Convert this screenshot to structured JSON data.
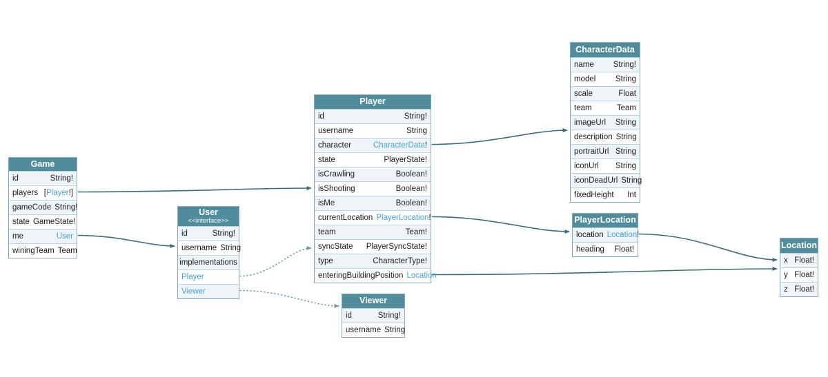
{
  "diagram": {
    "title": "GraphQL schema entity-relationship diagram",
    "colors": {
      "header_bg": "#518c9c",
      "header_text": "#ffffff",
      "row_alt_bg": "#eef4f7",
      "table_border": "#7ea9b5",
      "row_divider": "#b9d3da",
      "link_text": "#47a3d9",
      "arrow_solid": "#3c6b7b",
      "arrow_dotted": "#6f9aa8",
      "background": "#ffffff"
    },
    "tables": [
      {
        "id": "Game",
        "title": "Game",
        "rows": [
          {
            "field": "id",
            "type": [
              {
                "text": "String!"
              }
            ]
          },
          {
            "field": "players",
            "type": [
              {
                "text": "["
              },
              {
                "text": "Player",
                "link": true
              },
              {
                "text": "!]"
              }
            ]
          },
          {
            "field": "gameCode",
            "type": [
              {
                "text": "String!"
              }
            ]
          },
          {
            "field": "state",
            "type": [
              {
                "text": "GameState!"
              }
            ]
          },
          {
            "field": "me",
            "type": [
              {
                "text": "User",
                "link": true
              }
            ]
          },
          {
            "field": "winingTeam",
            "type": [
              {
                "text": "Team"
              }
            ]
          }
        ]
      },
      {
        "id": "User",
        "title": "User",
        "subtitle": "<<interface>>",
        "rows": [
          {
            "field": "id",
            "type": [
              {
                "text": "String!"
              }
            ]
          },
          {
            "field": "username",
            "type": [
              {
                "text": "String"
              }
            ]
          },
          {
            "field": "implementations",
            "center": true
          },
          {
            "field": "Player",
            "field_link": true
          },
          {
            "field": "Viewer",
            "field_link": true
          }
        ]
      },
      {
        "id": "Player",
        "title": "Player",
        "rows": [
          {
            "field": "id",
            "type": [
              {
                "text": "String!"
              }
            ]
          },
          {
            "field": "username",
            "type": [
              {
                "text": "String"
              }
            ]
          },
          {
            "field": "character",
            "type": [
              {
                "text": "CharacterData",
                "link": true
              },
              {
                "text": "!"
              }
            ]
          },
          {
            "field": "state",
            "type": [
              {
                "text": "PlayerState!"
              }
            ]
          },
          {
            "field": "isCrawling",
            "type": [
              {
                "text": "Boolean!"
              }
            ]
          },
          {
            "field": "isShooting",
            "type": [
              {
                "text": "Boolean!"
              }
            ]
          },
          {
            "field": "isMe",
            "type": [
              {
                "text": "Boolean!"
              }
            ]
          },
          {
            "field": "currentLocation",
            "type": [
              {
                "text": "PlayerLocation",
                "link": true
              },
              {
                "text": "!"
              }
            ]
          },
          {
            "field": "team",
            "type": [
              {
                "text": "Team!"
              }
            ]
          },
          {
            "field": "syncState",
            "type": [
              {
                "text": "PlayerSyncState!"
              }
            ]
          },
          {
            "field": "type",
            "type": [
              {
                "text": "CharacterType!"
              }
            ]
          },
          {
            "field": "enteringBuildingPosition",
            "type": [
              {
                "text": "Location",
                "link": true
              }
            ]
          }
        ]
      },
      {
        "id": "Viewer",
        "title": "Viewer",
        "rows": [
          {
            "field": "id",
            "type": [
              {
                "text": "String!"
              }
            ]
          },
          {
            "field": "username",
            "type": [
              {
                "text": "String"
              }
            ]
          }
        ]
      },
      {
        "id": "CharacterData",
        "title": "CharacterData",
        "rows": [
          {
            "field": "name",
            "type": [
              {
                "text": "String!"
              }
            ]
          },
          {
            "field": "model",
            "type": [
              {
                "text": "String"
              }
            ]
          },
          {
            "field": "scale",
            "type": [
              {
                "text": "Float"
              }
            ]
          },
          {
            "field": "team",
            "type": [
              {
                "text": "Team"
              }
            ]
          },
          {
            "field": "imageUrl",
            "type": [
              {
                "text": "String"
              }
            ]
          },
          {
            "field": "description",
            "type": [
              {
                "text": "String"
              }
            ]
          },
          {
            "field": "portraitUrl",
            "type": [
              {
                "text": "String"
              }
            ]
          },
          {
            "field": "iconUrl",
            "type": [
              {
                "text": "String"
              }
            ]
          },
          {
            "field": "iconDeadUrl",
            "type": [
              {
                "text": "String"
              }
            ]
          },
          {
            "field": "fixedHeight",
            "type": [
              {
                "text": "Int"
              }
            ]
          }
        ]
      },
      {
        "id": "PlayerLocation",
        "title": "PlayerLocation",
        "rows": [
          {
            "field": "location",
            "type": [
              {
                "text": "Location",
                "link": true
              },
              {
                "text": "!"
              }
            ]
          },
          {
            "field": "heading",
            "type": [
              {
                "text": "Float!"
              }
            ]
          }
        ]
      },
      {
        "id": "Location",
        "title": "Location",
        "rows": [
          {
            "field": "x",
            "type": [
              {
                "text": "Float!"
              }
            ]
          },
          {
            "field": "y",
            "type": [
              {
                "text": "Float!"
              }
            ]
          },
          {
            "field": "z",
            "type": [
              {
                "text": "Float!"
              }
            ]
          }
        ]
      }
    ],
    "connections": [
      {
        "name": "game-players-to-player",
        "from": "Game.players",
        "to": "Player",
        "style": "solid"
      },
      {
        "name": "game-me-to-user",
        "from": "Game.me",
        "to": "User",
        "style": "solid"
      },
      {
        "name": "user-player-to-player",
        "from": "User.Player",
        "to": "Player",
        "style": "dotted"
      },
      {
        "name": "user-viewer-to-viewer",
        "from": "User.Viewer",
        "to": "Viewer",
        "style": "dotted"
      },
      {
        "name": "player-character-to-characterdata",
        "from": "Player.character",
        "to": "CharacterData",
        "style": "solid"
      },
      {
        "name": "player-currentlocation-to-playerlocation",
        "from": "Player.currentLocation",
        "to": "PlayerLocation",
        "style": "solid"
      },
      {
        "name": "player-enteringbuildingposition-to-location",
        "from": "Player.enteringBuildingPosition",
        "to": "Location",
        "style": "solid"
      },
      {
        "name": "playerlocation-location-to-location",
        "from": "PlayerLocation.location",
        "to": "Location",
        "style": "solid"
      }
    ]
  }
}
